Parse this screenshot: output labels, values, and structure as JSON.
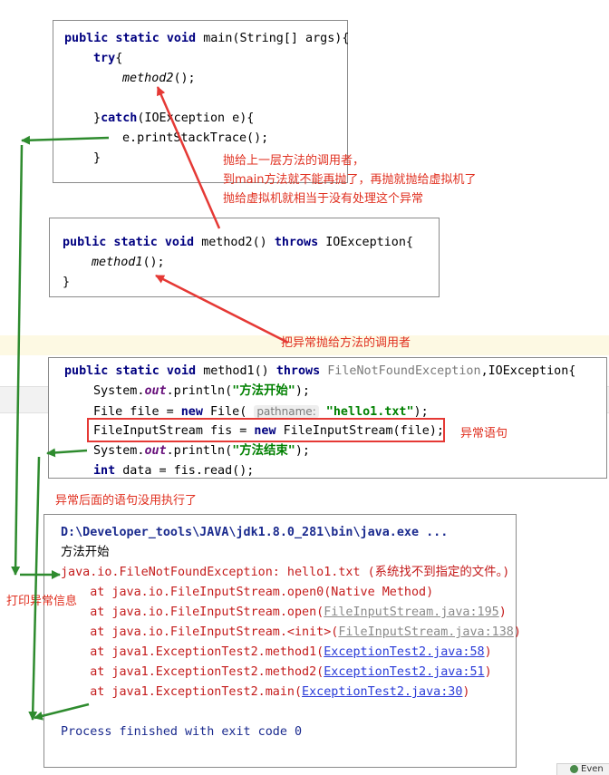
{
  "colors": {
    "keyword": "#000080",
    "string": "#008000",
    "error": "#c41b1b",
    "annotation": "#e03020",
    "arrow_red": "#e53935",
    "arrow_green": "#2e8b2e",
    "link": "#2a3bd8"
  },
  "main_code": {
    "l1a": "public static void ",
    "l1b": "main(String[] args){",
    "l2a": "try",
    "l2b": "{",
    "l3a": "method2",
    "l3b": "();",
    "l4a": "}",
    "l4b": "catch",
    "l4c": "(IOException e){",
    "l5": "e.printStackTrace();",
    "l6": "}"
  },
  "method2_code": {
    "l1a": "public static void ",
    "l1b": "method2() ",
    "l1c": "throws",
    " l1d": "",
    "l1e": " IOException{",
    "l2a": "method1",
    "l2b": "();",
    "l3": "}"
  },
  "method1_code": {
    "l1a": "public static void ",
    "l1b": "method1() ",
    "l1c": "throws",
    "l1d": " FileNotFoundException",
    ",l1e": "",
    "l1f": ",IOException{",
    "l2a": "System.",
    "l2b": "out",
    "l2c": ".println(",
    "l2d": "\"方法开始\"",
    "l2e": ");",
    "l3a": "File file = ",
    "l3b": "new",
    " l3c": "",
    "l3d": " File( ",
    "l3e": "pathname:",
    "l3f": "\"hello1.txt\"",
    "l3g": ");",
    "l4a": "FileInputStream fis = ",
    "l4b": "new",
    "l4c": " FileInputStream(file);",
    "l5a": "System.",
    "l5b": "out",
    "l5c": ".println(",
    "l5d": "\"方法结束\"",
    "l5e": ");",
    "l6a": "int",
    " l6b": "",
    "l6c": " data = fis.read();"
  },
  "console": {
    "cmd": "D:\\Developer_tools\\JAVA\\jdk1.8.0_281\\bin\\java.exe ...",
    "out1": "方法开始",
    "exc": "java.io.FileNotFoundException: hello1.txt (系统找不到指定的文件。)",
    "s1": "    at java.io.FileInputStream.open0(Native Method)",
    "s2a": "    at java.io.FileInputStream.open(",
    "s2b": "FileInputStream.java:195",
    "s2c": ")",
    "s3a": "    at java.io.FileInputStream.<init>(",
    "s3b": "FileInputStream.java:138",
    "s3c": ")",
    "s4a": "    at java1.ExceptionTest2.method1(",
    "s4b": "ExceptionTest2.java:58",
    "s4c": ")",
    "s5a": "    at java1.ExceptionTest2.method2(",
    "s5b": "ExceptionTest2.java:51",
    "s5c": ")",
    "s6a": "    at java1.ExceptionTest2.main(",
    "s6b": "ExceptionTest2.java:30",
    "s6c": ")",
    "finish": "Process finished with exit code 0"
  },
  "annotations": {
    "throw_up_1": "抛给上一层方法的调用者，",
    "throw_up_2": "到main方法就不能再抛了，再抛就抛给虚拟机了",
    "throw_up_3": "抛给虚拟机就相当于没有处理这个异常",
    "throw_caller": "把异常抛给方法的调用者",
    "exception_stmt": "异常语句",
    "not_executed": "异常后面的语句没用执行了",
    "print_info": "打印异常信息"
  },
  "statusbar": {
    "event_label": "Even"
  }
}
